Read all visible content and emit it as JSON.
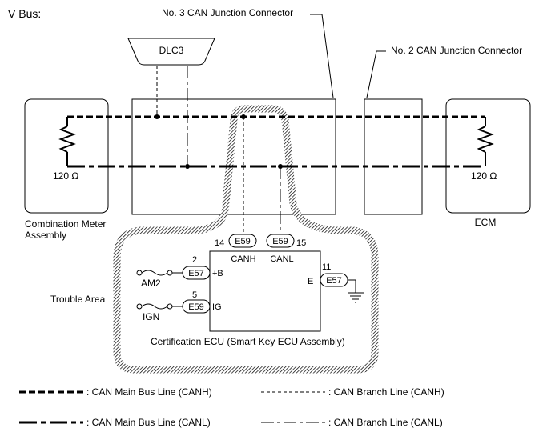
{
  "title": "V Bus:",
  "components": {
    "no3_jc": "No. 3 CAN Junction Connector",
    "no2_jc": "No. 2 CAN Junction Connector",
    "dlc3": "DLC3",
    "combo_meter_line1": "Combination Meter",
    "combo_meter_line2": "Assembly",
    "ecm": "ECM",
    "cert_ecu": "Certification ECU (Smart Key ECU Assembly)",
    "trouble_area": "Trouble Area"
  },
  "resistors": {
    "left_value": "120 Ω",
    "right_value": "120 Ω"
  },
  "connectors": {
    "canh": {
      "code": "E59",
      "pin": "14",
      "signal": "CANH"
    },
    "canl": {
      "code": "E59",
      "pin": "15",
      "signal": "CANL"
    },
    "plus_b": {
      "code": "E57",
      "pin": "2",
      "signal": "+B",
      "source": "AM2"
    },
    "ig": {
      "code": "E59",
      "pin": "5",
      "signal": "IG",
      "source": "IGN"
    },
    "e": {
      "code": "E57",
      "pin": "11",
      "signal": "E"
    }
  },
  "legend": {
    "main_canh": ": CAN Main Bus Line (CANH)",
    "branch_canh": ": CAN Branch Line (CANH)",
    "main_canl": ": CAN Main Bus Line (CANL)",
    "branch_canl": ": CAN Branch Line (CANL)"
  }
}
